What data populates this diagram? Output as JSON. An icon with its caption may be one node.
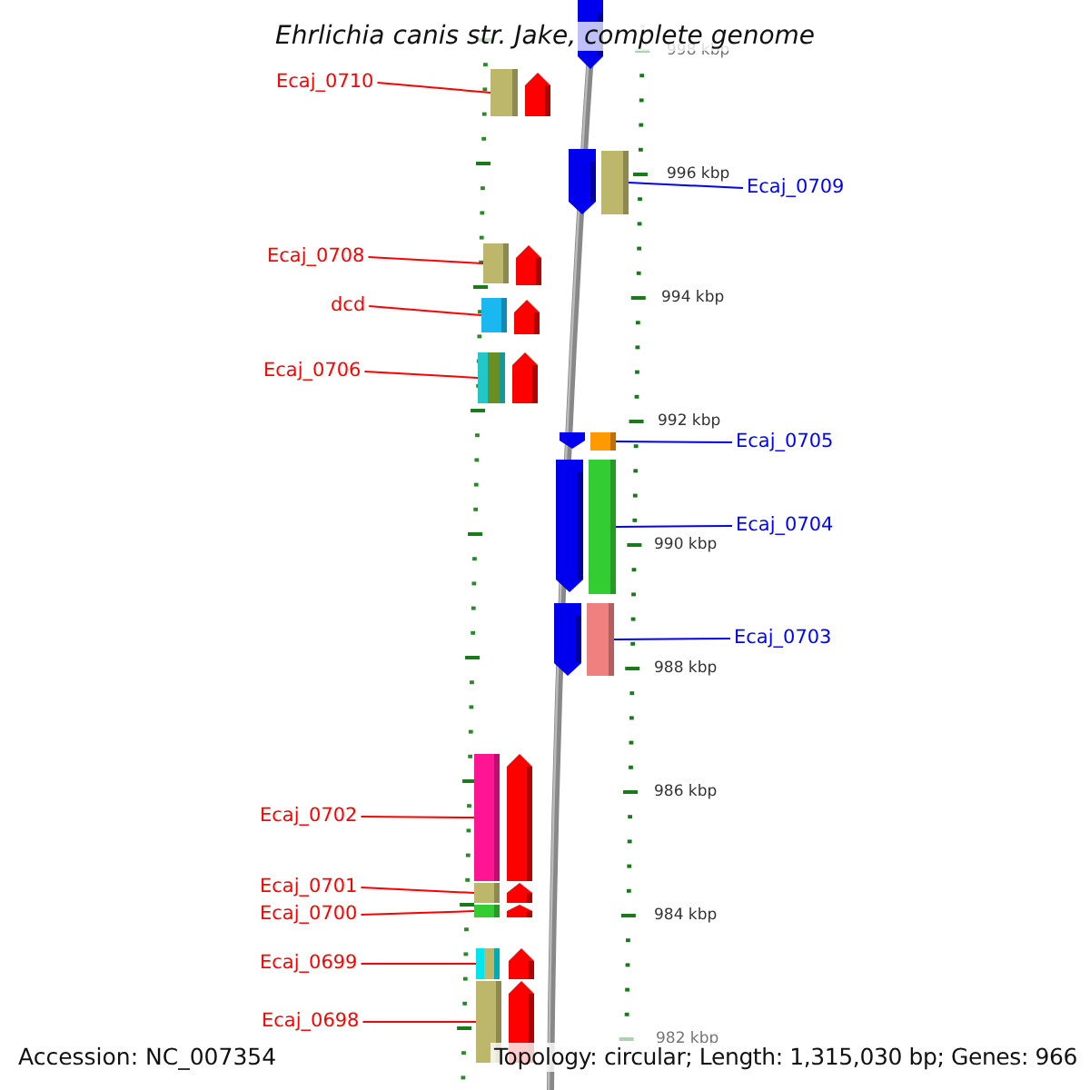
{
  "diagram": {
    "title": "Ehrlichia canis str. Jake, complete genome",
    "nodes": [
      {
        "text": [
          "Ecaj_0710"
        ]
      },
      {
        "text": [
          "Ecaj_0709"
        ]
      },
      {
        "text": [
          "Ecaj_0708"
        ]
      },
      {
        "text": [
          "dcd"
        ]
      },
      {
        "text": [
          "Ecaj_0706"
        ]
      },
      {
        "text": [
          "Ecaj_0705"
        ]
      },
      {
        "text": [
          "Ecaj_0704"
        ]
      },
      {
        "text": [
          "Ecaj_0703"
        ]
      },
      {
        "text": [
          "Ecaj_0702"
        ]
      },
      {
        "text": [
          "Ecaj_0701"
        ]
      },
      {
        "text": [
          "Ecaj_0700"
        ]
      },
      {
        "text": [
          "Ecaj_0699"
        ]
      },
      {
        "text": [
          "Ecaj_0698"
        ]
      },
      {
        "text": [],
        "shape": "bar"
      },
      {
        "text": [],
        "shape": "bar"
      },
      {
        "text": [],
        "shape": "bar"
      },
      {
        "text": [],
        "shape": "bar"
      },
      {
        "text": [],
        "shape": "bar"
      },
      {
        "text": [],
        "shape": "bar"
      },
      {
        "text": [],
        "shape": "bar"
      },
      {
        "text": [],
        "shape": "bar"
      },
      {
        "text": [],
        "shape": "bar"
      },
      {
        "text": [],
        "shape": "bar"
      },
      {
        "text": [],
        "shape": "bar"
      },
      {
        "text": [],
        "shape": "bar"
      },
      {
        "text": [],
        "shape": "bar"
      }
    ],
    "edges": [
      {
        "from": 0,
        "to": 13,
        "arrow": "none"
      },
      {
        "from": 1,
        "to": 14,
        "arrow": "none",
        "color": "#0000ff"
      },
      {
        "from": 2,
        "to": 15,
        "arrow": "none"
      },
      {
        "from": 3,
        "to": 16,
        "arrow": "none"
      },
      {
        "from": 4,
        "to": 17,
        "arrow": "none"
      },
      {
        "from": 5,
        "to": 18,
        "arrow": "none",
        "color": "#0000ff"
      },
      {
        "from": 6,
        "to": 19,
        "arrow": "none",
        "color": "#0000ff"
      },
      {
        "from": 7,
        "to": 20,
        "arrow": "none",
        "color": "#0000ff"
      },
      {
        "from": 8,
        "to": 21,
        "arrow": "none"
      },
      {
        "from": 9,
        "to": 22,
        "arrow": "none"
      },
      {
        "from": 10,
        "to": 23,
        "arrow": "none"
      },
      {
        "from": 11,
        "to": 24,
        "arrow": "none"
      },
      {
        "from": 12,
        "to": 25,
        "arrow": "none"
      }
    ],
    "labels": [
      "998 kbp",
      "996 kbp",
      "994 kbp",
      "992 kbp",
      "990 kbp",
      "988 kbp",
      "986 kbp",
      "984 kbp",
      "982 kbp",
      "Accession: NC_007354",
      "Topology: circular; Length: 1,315,030 bp; Genes: 966"
    ]
  }
}
